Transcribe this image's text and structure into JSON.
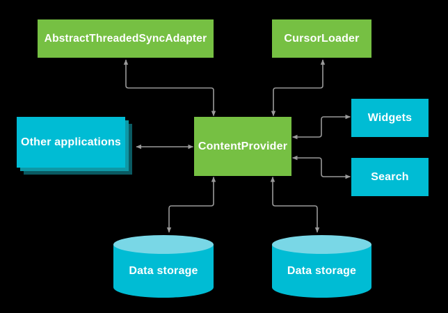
{
  "colors": {
    "background": "#000000",
    "green_box": "#76C043",
    "cyan_box": "#00BCD4",
    "stack_layer_mid": "#0E98A6",
    "stack_layer_dark": "#0A5A62",
    "cylinder_top": "#79D7E6",
    "arrow": "#9A9A9A",
    "label_text": "#FFFFFF"
  },
  "nodes": {
    "sync_adapter": {
      "label": "AbstractThreadedSyncAdapter"
    },
    "cursor_loader": {
      "label": "CursorLoader"
    },
    "content_provider": {
      "label": "ContentProvider"
    },
    "other_applications": {
      "label": "Other applications"
    },
    "widgets": {
      "label": "Widgets"
    },
    "search": {
      "label": "Search"
    },
    "data_storage_left": {
      "label": "Data storage"
    },
    "data_storage_right": {
      "label": "Data storage"
    }
  },
  "edges": [
    {
      "from": "content_provider",
      "to": "sync_adapter",
      "bidirectional": true
    },
    {
      "from": "content_provider",
      "to": "cursor_loader",
      "bidirectional": true
    },
    {
      "from": "other_applications",
      "to": "content_provider",
      "bidirectional": true
    },
    {
      "from": "content_provider",
      "to": "widgets",
      "bidirectional": true
    },
    {
      "from": "content_provider",
      "to": "search",
      "bidirectional": true
    },
    {
      "from": "content_provider",
      "to": "data_storage_left",
      "bidirectional": true
    },
    {
      "from": "content_provider",
      "to": "data_storage_right",
      "bidirectional": true
    }
  ]
}
